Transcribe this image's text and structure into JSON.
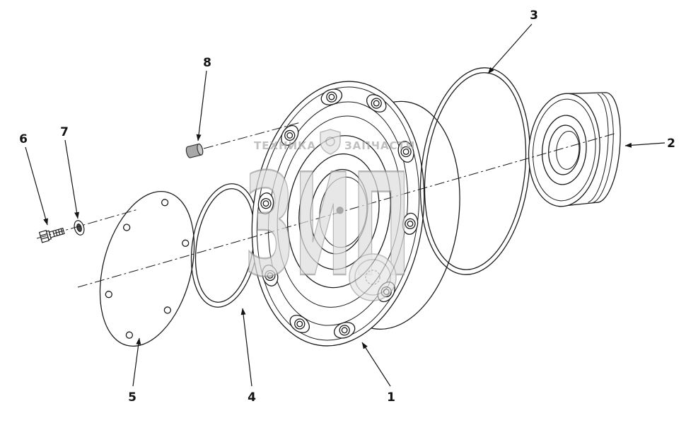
{
  "canvas": {
    "background": "#ffffff",
    "line_color": "#1c1c1c",
    "watermark_color": "#a6a6a6"
  },
  "callouts": {
    "1": "1",
    "2": "2",
    "3": "3",
    "4": "4",
    "5": "5",
    "6": "6",
    "7": "7",
    "8": "8"
  },
  "watermark": {
    "brand_left": "ТЕХНИКА",
    "brand_right": "ЗАПЧАСТИ",
    "brand_big": "ЗИП"
  }
}
